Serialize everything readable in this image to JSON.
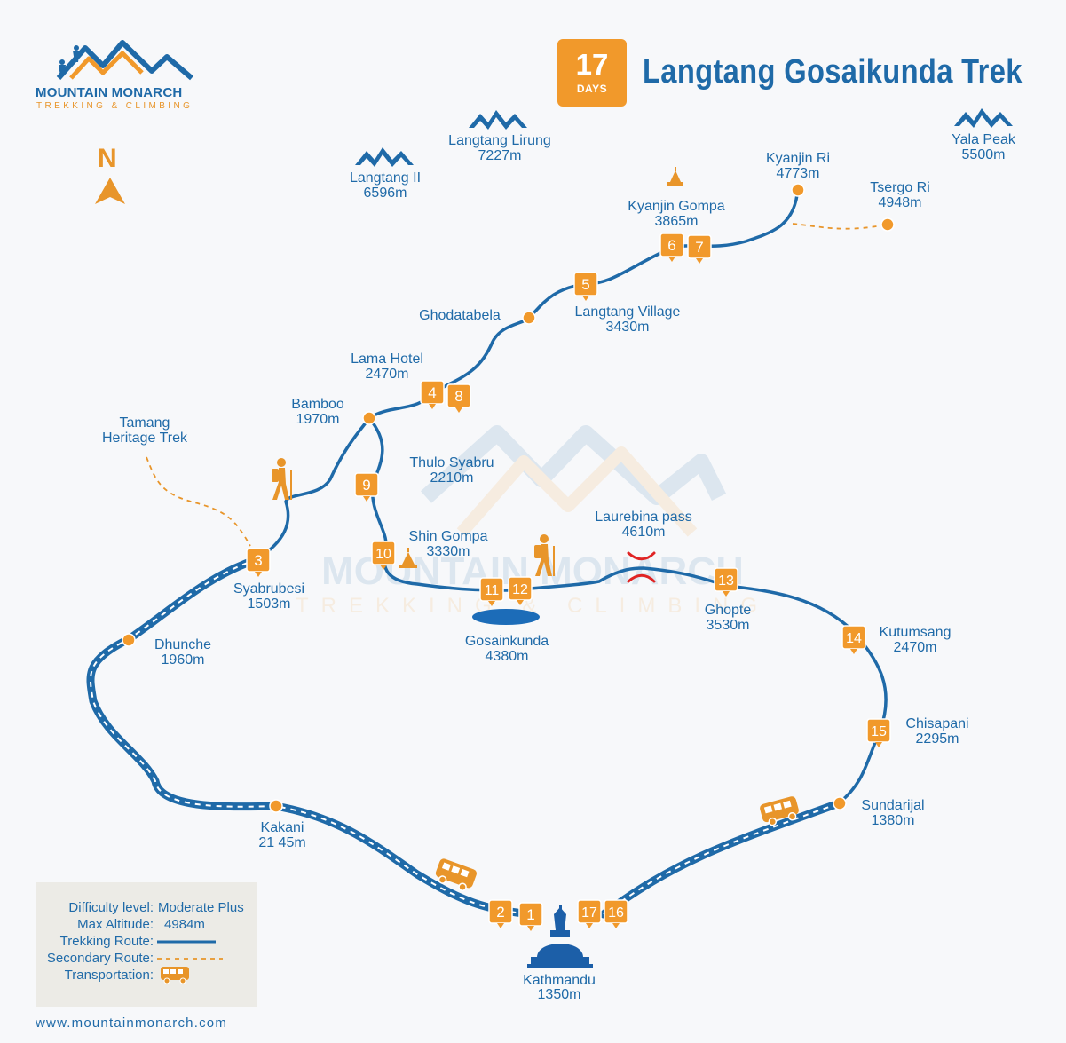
{
  "brand": {
    "name": "MOUNTAIN MONARCH",
    "tagline": "TREKKING & CLIMBING",
    "website": "www.mountainmonarch.com",
    "watermark_name": "MOUNTAIN MONARCH",
    "watermark_tagline": "TREKKING & CLIMBING"
  },
  "header": {
    "days_number": "17",
    "days_unit": "DAYS",
    "title": "Langtang Gosaikunda Trek"
  },
  "compass": {
    "letter": "N"
  },
  "peaks": [
    {
      "name": "Langtang II",
      "altitude": "6596m"
    },
    {
      "name": "Langtang Lirung",
      "altitude": "7227m"
    },
    {
      "name": "Yala Peak",
      "altitude": "5500m"
    }
  ],
  "places": [
    {
      "name": "Kyanjin Ri",
      "altitude": "4773m"
    },
    {
      "name": "Tsergo Ri",
      "altitude": "4948m"
    },
    {
      "name": "Kyanjin Gompa",
      "altitude": "3865m"
    },
    {
      "name": "Langtang Village",
      "altitude": "3430m"
    },
    {
      "name": "Ghodatabela",
      "altitude": ""
    },
    {
      "name": "Lama Hotel",
      "altitude": "2470m"
    },
    {
      "name": "Bamboo",
      "altitude": "1970m"
    },
    {
      "name": "Tamang",
      "altitude": "Heritage Trek"
    },
    {
      "name": "Thulo Syabru",
      "altitude": "2210m"
    },
    {
      "name": "Shin Gompa",
      "altitude": "3330m"
    },
    {
      "name": "Laurebina pass",
      "altitude": "4610m"
    },
    {
      "name": "Syabrubesi",
      "altitude": "1503m"
    },
    {
      "name": "Gosainkunda",
      "altitude": "4380m"
    },
    {
      "name": "Ghopte",
      "altitude": "3530m"
    },
    {
      "name": "Dhunche",
      "altitude": "1960m"
    },
    {
      "name": "Kutumsang",
      "altitude": "2470m"
    },
    {
      "name": "Chisapani",
      "altitude": "2295m"
    },
    {
      "name": "Sundarijal",
      "altitude": "1380m"
    },
    {
      "name": "Kakani",
      "altitude": "21 45m"
    },
    {
      "name": "Kathmandu",
      "altitude": "1350m"
    }
  ],
  "day_markers": [
    "1",
    "2",
    "3",
    "4",
    "5",
    "6",
    "7",
    "8",
    "9",
    "10",
    "11",
    "12",
    "13",
    "14",
    "15",
    "16",
    "17"
  ],
  "legend": {
    "rows": [
      {
        "key": "Difficulty level:",
        "value": "Moderate Plus"
      },
      {
        "key": "Max Altitude:",
        "value": "4984m"
      },
      {
        "key": "Trekking Route:",
        "value": ""
      },
      {
        "key": "Secondary Route:",
        "value": ""
      },
      {
        "key": "Transportation:",
        "value": ""
      }
    ]
  },
  "colors": {
    "route_blue": "#1f6aa8",
    "accent_orange": "#f1992b",
    "pass_red": "#e02424",
    "lake_blue": "#1c6cb8",
    "background": "#f7f8fa"
  },
  "icons": [
    "mountain-icon",
    "monastery-icon",
    "hiker-icon",
    "bus-icon",
    "stupa-icon",
    "pass-icon",
    "north-arrow-icon"
  ]
}
